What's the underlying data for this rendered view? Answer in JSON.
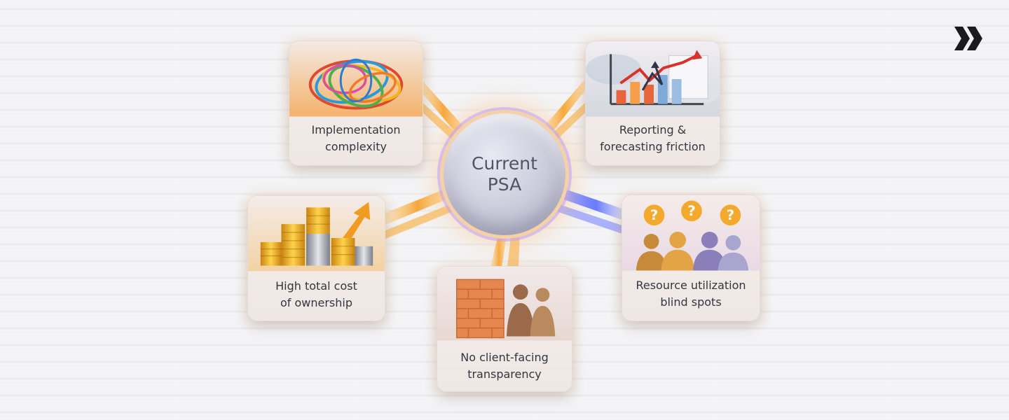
{
  "hub": {
    "label": "Current\nPSA"
  },
  "cards": {
    "implementation": {
      "label": "Implementation\ncomplexity",
      "icon": "tangled-strings-icon"
    },
    "reporting": {
      "label": "Reporting &\nforecasting friction",
      "icon": "bar-chart-arrows-icon"
    },
    "cost": {
      "label": "High total cost\nof ownership",
      "icon": "coin-stacks-icon"
    },
    "resource": {
      "label": "Resource utilization\nblind spots",
      "icon": "people-question-icon"
    },
    "transparency": {
      "label": "No client-facing\ntransparency",
      "icon": "brick-wall-icon"
    }
  },
  "logo": {
    "icon": "double-chevron-icon"
  },
  "colors": {
    "connector_warm": "#f6a83c",
    "connector_cool": "#6b7cff",
    "hub_ring": "#f5d2a6",
    "label_text": "#33363f",
    "hub_text": "#505566"
  }
}
